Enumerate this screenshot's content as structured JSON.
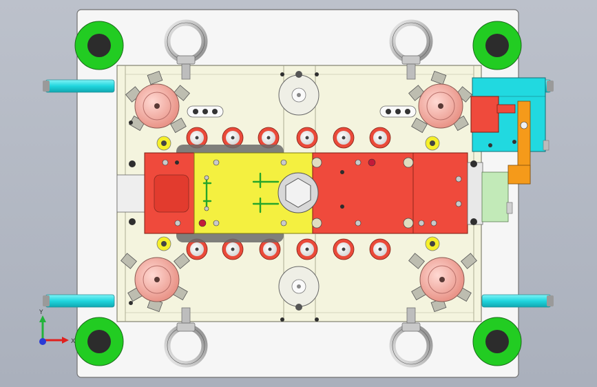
{
  "viewport": {
    "view_mode": "shaded-with-edges",
    "background": "#b5bac5"
  },
  "triad": {
    "x_label": "X",
    "y_label": "Y",
    "x_color": "#e0201e",
    "y_color": "#22b33a",
    "z_color": "#2a3ad6"
  },
  "colors": {
    "base_plate": "#f6f6f6",
    "mold_plate": "#f4f4de",
    "green_bushing": "#22cc22",
    "cyan_parts": "#21d9e0",
    "red_parts": "#ef4a3c",
    "yellow_slide": "#f4f040",
    "pink_cavity": "#f3b3aa",
    "orange_bracket": "#f59a1a",
    "light_green_block": "#c2eab8",
    "eyebolt": "#b8b8b8"
  },
  "icons": {
    "eyebolt": "eyebolt-icon",
    "ejector_pin": "ejector-pin-icon",
    "triad": "coordinate-triad-icon"
  }
}
